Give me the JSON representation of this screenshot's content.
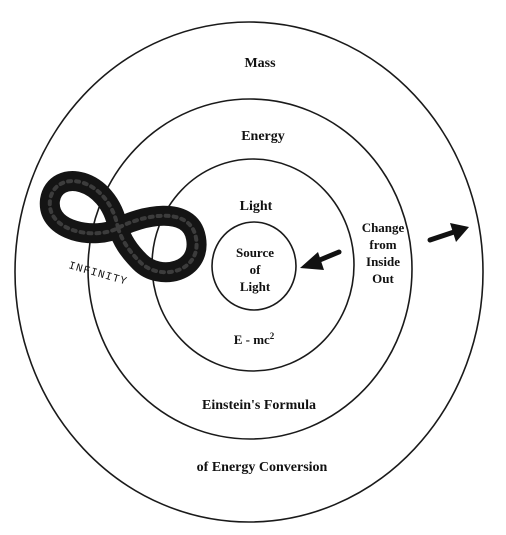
{
  "labels": {
    "mass": "Mass",
    "energy": "Energy",
    "light": "Light",
    "source_line1": "Source",
    "source_line2": "of",
    "source_line3": "Light",
    "formula_base": "E - mc",
    "formula_exp": "2",
    "change_line1": "Change",
    "change_line2": "from",
    "change_line3": "Inside",
    "change_line4": "Out",
    "einstein": "Einstein's Formula",
    "conversion": "of Energy Conversion",
    "infinity": "INFINITY"
  },
  "icons": {
    "infinity": "infinity-symbol-icon",
    "arrow_inward": "arrow-left-icon",
    "arrow_outward": "arrow-right-icon"
  },
  "colors": {
    "ink": "#111111",
    "background": "#ffffff"
  }
}
